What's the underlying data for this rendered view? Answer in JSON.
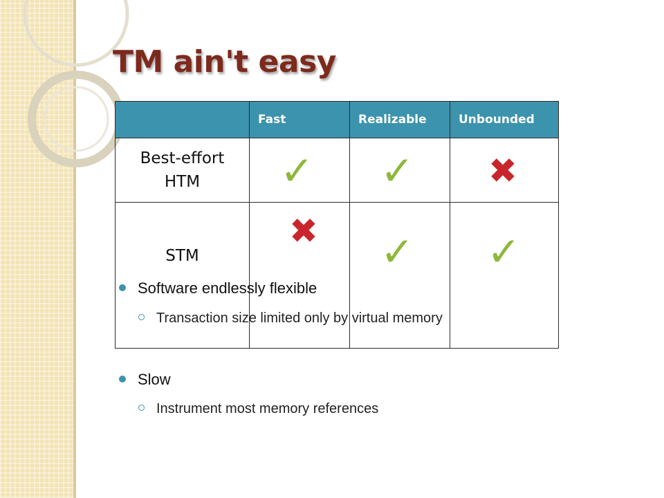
{
  "slide": {
    "title": "TM ain't easy"
  },
  "table": {
    "headers": [
      "",
      "Fast",
      "Realizable",
      "Unbounded"
    ],
    "rows": [
      {
        "label_line1": "Best-effort",
        "label_line2": "HTM",
        "fast": "✓",
        "realizable": "✓",
        "unbounded": "✖"
      },
      {
        "label_line1": "STM",
        "label_line2": "",
        "fast": "✖",
        "realizable": "✓",
        "unbounded": "✓"
      }
    ]
  },
  "bullets": [
    {
      "text": "Software endlessly flexible",
      "sub": "Transaction size limited only by virtual memory"
    },
    {
      "text": "Slow",
      "sub": "Instrument most memory references"
    }
  ],
  "colors": {
    "title": "#7d2a1d",
    "header_bg": "#3c93ad",
    "check": "#8db83b",
    "cross": "#c9262c",
    "band": "#f3e3b5"
  }
}
